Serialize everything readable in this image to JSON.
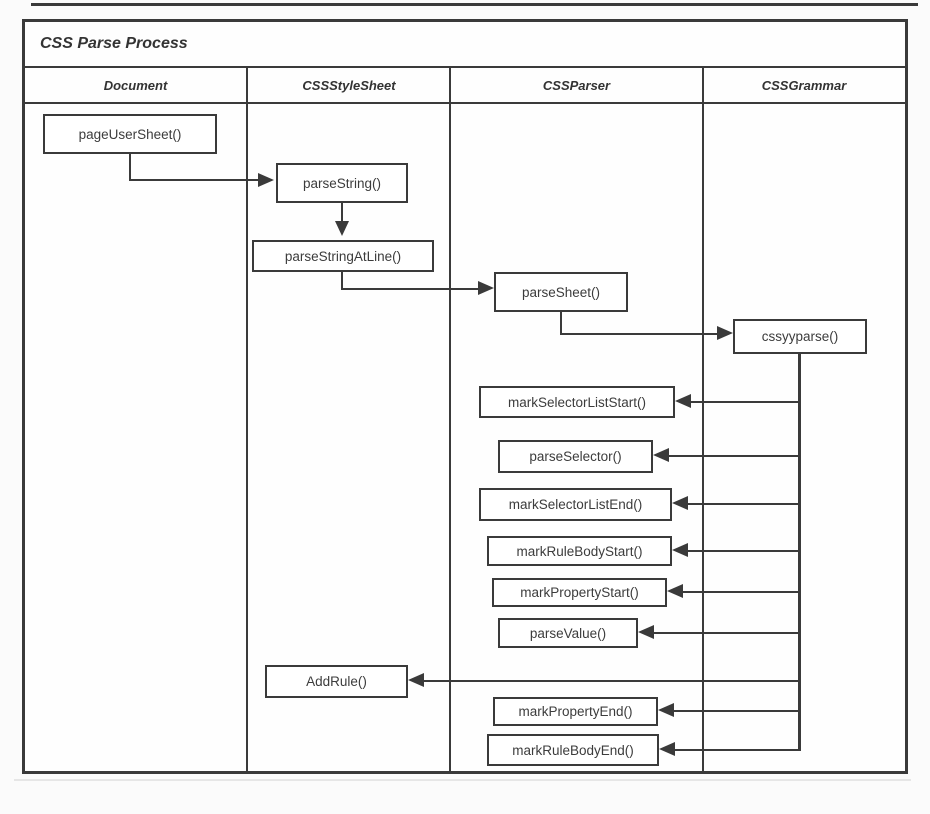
{
  "title": "CSS Parse Process",
  "columns": [
    "Document",
    "CSSStyleSheet",
    "CSSParser",
    "CSSGrammar"
  ],
  "nodes": {
    "pageUserSheet": {
      "label": "pageUserSheet()",
      "lane": "Document"
    },
    "parseString": {
      "label": "parseString()",
      "lane": "CSSStyleSheet"
    },
    "parseStringAtLine": {
      "label": "parseStringAtLine()",
      "lane": "CSSStyleSheet"
    },
    "parseSheet": {
      "label": "parseSheet()",
      "lane": "CSSParser"
    },
    "cssyyparse": {
      "label": "cssyyparse()",
      "lane": "CSSGrammar"
    },
    "markSelectorListStart": {
      "label": "markSelectorListStart()",
      "lane": "CSSParser"
    },
    "parseSelector": {
      "label": "parseSelector()",
      "lane": "CSSParser"
    },
    "markSelectorListEnd": {
      "label": "markSelectorListEnd()",
      "lane": "CSSParser"
    },
    "markRuleBodyStart": {
      "label": "markRuleBodyStart()",
      "lane": "CSSParser"
    },
    "markPropertyStart": {
      "label": "markPropertyStart()",
      "lane": "CSSParser"
    },
    "parseValue": {
      "label": "parseValue()",
      "lane": "CSSParser"
    },
    "AddRule": {
      "label": "AddRule()",
      "lane": "CSSStyleSheet"
    },
    "markPropertyEnd": {
      "label": "markPropertyEnd()",
      "lane": "CSSParser"
    },
    "markRuleBodyEnd": {
      "label": "markRuleBodyEnd()",
      "lane": "CSSParser"
    }
  },
  "edges": [
    {
      "from": "pageUserSheet",
      "to": "parseString"
    },
    {
      "from": "parseString",
      "to": "parseStringAtLine"
    },
    {
      "from": "parseStringAtLine",
      "to": "parseSheet"
    },
    {
      "from": "parseSheet",
      "to": "cssyyparse"
    },
    {
      "from": "cssyyparse",
      "to": "markSelectorListStart"
    },
    {
      "from": "cssyyparse",
      "to": "parseSelector"
    },
    {
      "from": "cssyyparse",
      "to": "markSelectorListEnd"
    },
    {
      "from": "cssyyparse",
      "to": "markRuleBodyStart"
    },
    {
      "from": "cssyyparse",
      "to": "markPropertyStart"
    },
    {
      "from": "cssyyparse",
      "to": "parseValue"
    },
    {
      "from": "cssyyparse",
      "to": "AddRule"
    },
    {
      "from": "cssyyparse",
      "to": "markPropertyEnd"
    },
    {
      "from": "cssyyparse",
      "to": "markRuleBodyEnd"
    }
  ],
  "colors": {
    "line": "#3a3a3a",
    "text": "#333333",
    "box_fill": "#ffffff",
    "background": "#fbfbfb"
  }
}
